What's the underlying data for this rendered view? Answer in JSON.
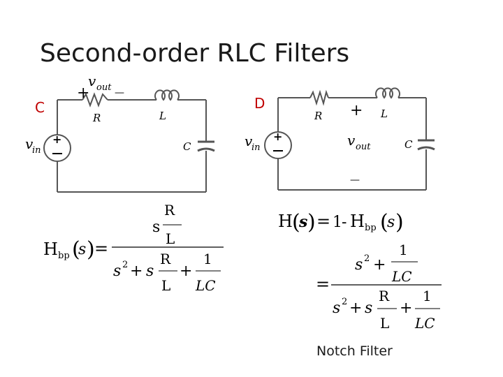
{
  "title": "Second-order RLC Filters",
  "panels": [
    {
      "label": "C",
      "labels": {
        "vout": "v",
        "vout_sub": "out",
        "vin": "v",
        "vin_sub": "in",
        "R": "R",
        "L": "L",
        "C": "C",
        "plus": "+",
        "minus": "—"
      }
    },
    {
      "label": "D",
      "labels": {
        "vout": "v",
        "vout_sub": "out",
        "vin": "v",
        "vin_sub": "in",
        "R": "R",
        "L": "L",
        "C": "C",
        "plus": "+",
        "minus": "—"
      }
    }
  ],
  "formula_c": {
    "lhs": "H",
    "lhs_sub": "bp",
    "var": "s",
    "eq": "=",
    "num_s": "s",
    "num_R": "R",
    "num_L": "L",
    "den_s2": "s",
    "den_exp": "2",
    "den_plus": "+",
    "den_s": "s",
    "den_R": "R",
    "den_L": "L",
    "den_plus2": "+",
    "den_1": "1",
    "den_LC": "LC"
  },
  "formula_d": {
    "lhs": "H",
    "var": "s",
    "eq": "=",
    "one": "1",
    "minus": "-",
    "h": "H",
    "h_sub": "bp",
    "eq2": "=",
    "num_s2": "s",
    "num_exp": "2",
    "num_plus": "+",
    "num_1": "1",
    "num_LC": "LC",
    "den_s2": "s",
    "den_exp": "2",
    "den_plus": "+",
    "den_s": "s",
    "den_R": "R",
    "den_L": "L",
    "den_plus2": "+",
    "den_1": "1",
    "den_LC": "LC"
  },
  "caption": "Notch Filter"
}
